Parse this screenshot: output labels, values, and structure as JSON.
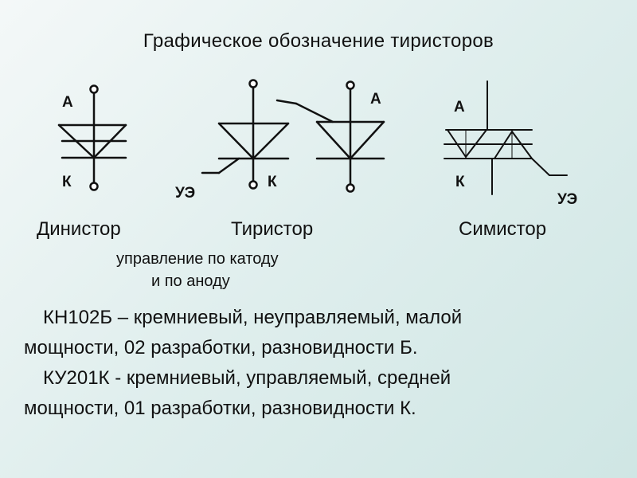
{
  "title": "Графическое обозначение тиристоров",
  "pins": {
    "anode": "А",
    "cathode": "К",
    "control": "УЭ"
  },
  "captions": {
    "dinistor": "Динистор",
    "thyristor": "Тиристор",
    "simistor": "Симистор"
  },
  "subcaption": {
    "line1": "управление по катоду",
    "line2": "и по аноду"
  },
  "paragraphs": {
    "p1_line1": "КН102Б – кремниевый, неуправляемый, малой",
    "p1_line2": "мощности, 02 разработки, разновидности Б.",
    "p2_line1": "КУ201К - кремниевый, управляемый, средней",
    "p2_line2": "мощности, 01 разработки, разновидности К."
  }
}
